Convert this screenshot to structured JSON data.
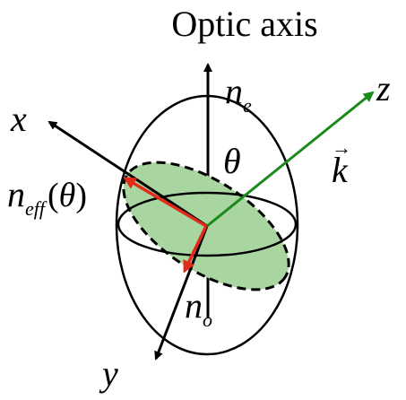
{
  "diagram": {
    "title": "Optic axis",
    "axes": {
      "x": "x",
      "y": "y",
      "z": "z"
    },
    "wave_vector": {
      "symbol": "k",
      "arrow": "→"
    },
    "angle": "θ",
    "ne": {
      "base": "n",
      "sub": "e"
    },
    "no": {
      "base": "n",
      "sub": "o"
    },
    "neff": {
      "base": "n",
      "sub": "eff",
      "arg_open": "(",
      "arg": "θ",
      "arg_close": ")"
    },
    "colors": {
      "axes": "#000000",
      "wave_vector": "#1a8a1a",
      "index_vectors": "#e32b1a",
      "plane_fill": "#a8d5a0",
      "ellipsoid": "#000000"
    }
  }
}
